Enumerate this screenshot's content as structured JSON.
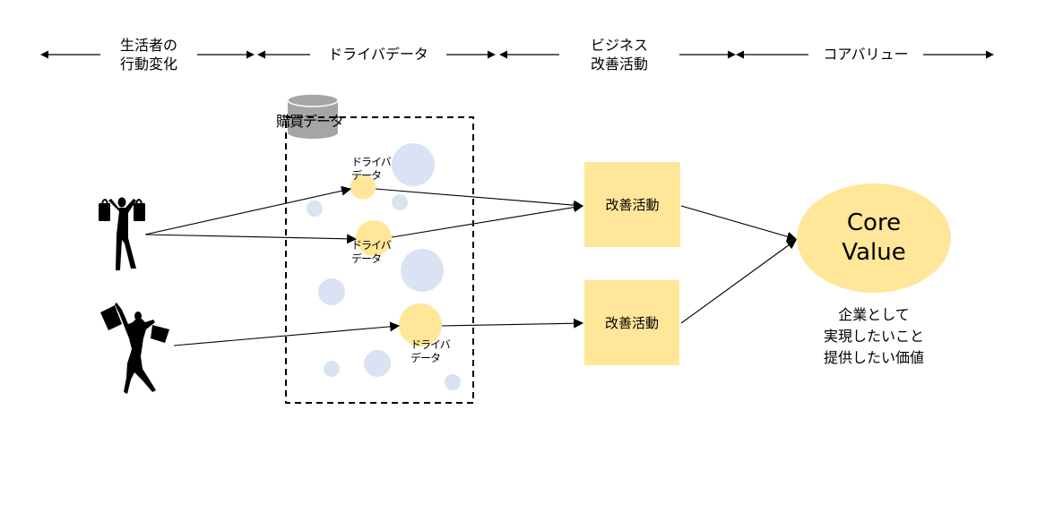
{
  "headers": [
    {
      "line1": "生活者の",
      "line2": "行動変化"
    },
    {
      "line1": "ドライバデータ",
      "line2": ""
    },
    {
      "line1": "ビジネス",
      "line2": "改善活動"
    },
    {
      "line1": "コアバリュー",
      "line2": ""
    }
  ],
  "database": {
    "icon": "database-cylinder-icon",
    "label": "購買データ"
  },
  "driver_labels": [
    {
      "line1": "ドライバ",
      "line2": "データ"
    },
    {
      "line1": "ドライバ",
      "line2": "データ"
    },
    {
      "line1": "ドライバ",
      "line2": "データ"
    }
  ],
  "activities": [
    {
      "label": "改善活動"
    },
    {
      "label": "改善活動"
    }
  ],
  "core_value": {
    "line1": "Core",
    "line2": "Value",
    "caption1": "企業として",
    "caption2": "実現したいこと",
    "caption3": "提供したい価値"
  },
  "people": [
    {
      "icon": "man-shopper-silhouette-icon"
    },
    {
      "icon": "woman-shopper-silhouette-icon"
    }
  ],
  "colors": {
    "highlight_yellow": "#FFE699",
    "bubble_blue": "#DAE3F3",
    "database_gray": "#A5A5A5",
    "line": "#000000"
  }
}
